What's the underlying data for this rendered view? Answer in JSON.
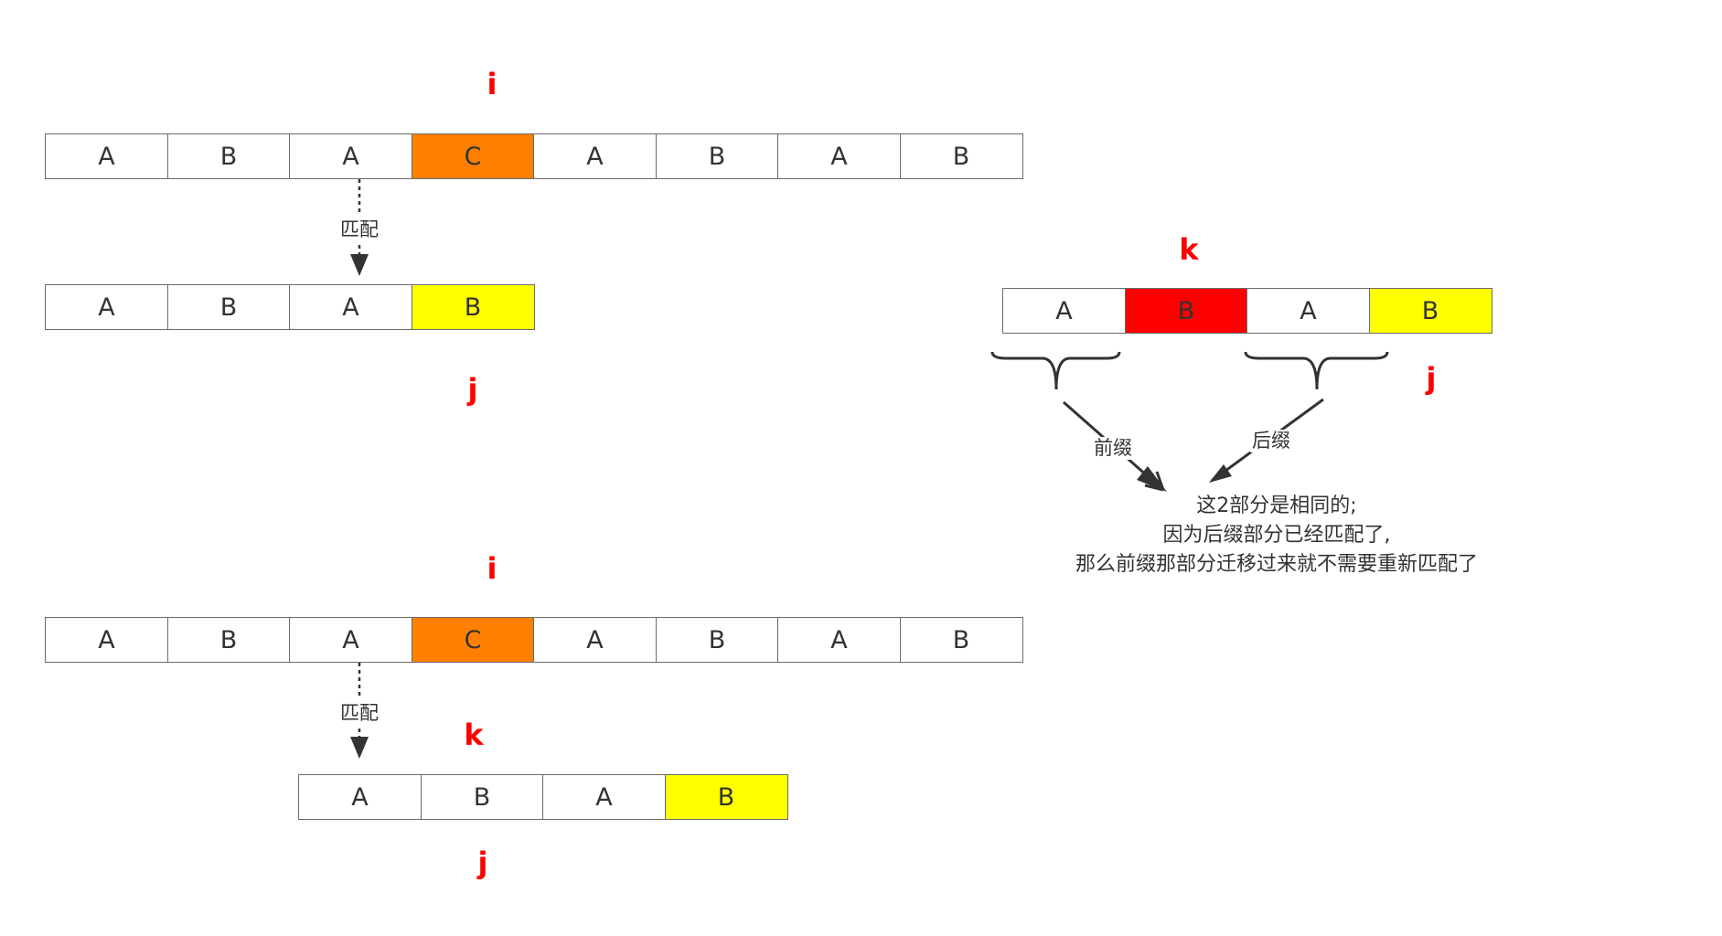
{
  "colors": {
    "highlight_orange": "#ff7f00",
    "highlight_red": "#ff0000",
    "highlight_yellow": "#ffff00",
    "marker": "#ff0000",
    "text": "#333333"
  },
  "top_example": {
    "marker_i": "i",
    "text_row": [
      "A",
      "B",
      "A",
      "C",
      "A",
      "B",
      "A",
      "B"
    ],
    "match_label": "匹配",
    "pattern_row": [
      "A",
      "B",
      "A",
      "B"
    ],
    "marker_j": "j"
  },
  "bottom_example": {
    "marker_i": "i",
    "text_row": [
      "A",
      "B",
      "A",
      "C",
      "A",
      "B",
      "A",
      "B"
    ],
    "match_label": "匹配",
    "marker_k": "k",
    "pattern_row": [
      "A",
      "B",
      "A",
      "B"
    ],
    "marker_j": "j"
  },
  "explanation": {
    "marker_k": "k",
    "pattern_row": [
      "A",
      "B",
      "A",
      "B"
    ],
    "marker_j": "j",
    "prefix_label": "前缀",
    "suffix_label": "后缀",
    "note_lines": [
      "这2部分是相同的;",
      "因为后缀部分已经匹配了,",
      "那么前缀那部分迁移过来就不需要重新匹配了"
    ]
  }
}
